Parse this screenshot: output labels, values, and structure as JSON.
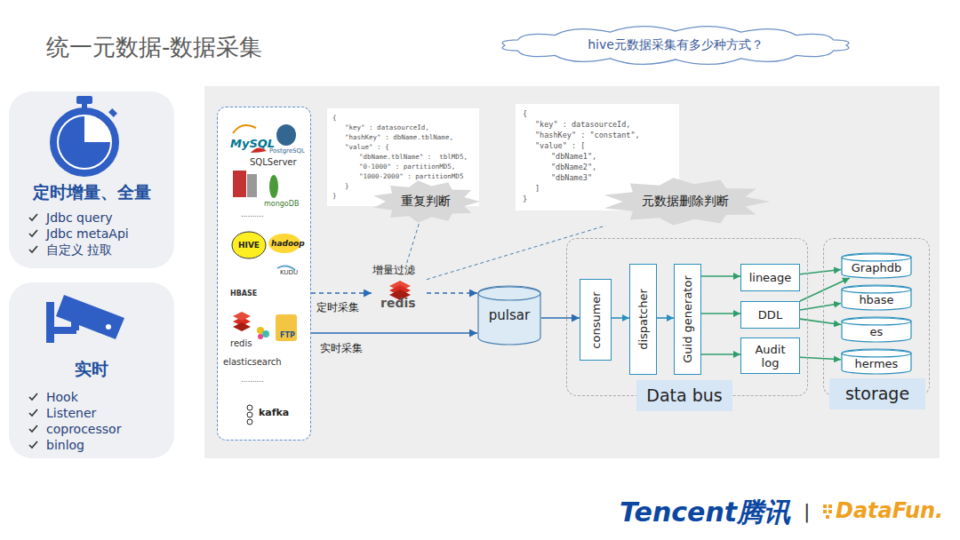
{
  "diagram": {
    "title": "统一元数据-数据采集",
    "nodes": [
      {
        "text": [
          "hive元数据采集有多少种方式？"
        ]
      },
      {
        "text": [
          "定时增量、全量",
          "Jdbc query",
          "Jdbc metaApi",
          "自定义 拉取"
        ]
      },
      {
        "text": [
          "实时",
          "Hook",
          "Listener",
          "coprocessor",
          "binlog"
        ]
      },
      {
        "text": [
          "MySQL",
          "PostgreSQL",
          "SQLServer",
          "mongoDB",
          "..........",
          "HIVE",
          "hadoop",
          "KUDU",
          "HBASE",
          "redis",
          "FTP",
          "elasticsearch",
          "..........",
          "kafka"
        ]
      },
      {
        "text": [
          "{",
          "\"key\" : datasourceId,",
          "\"hashKey\" : dbName.tblName,",
          "\"value\" : {",
          "\"dbName.tblName\" :  tblMD5,",
          "\"0-1000\" : partitionMD5,",
          "\"1000-2000\" : partitionMD5",
          "}",
          "}"
        ]
      },
      {
        "text": [
          "{",
          "\"key\" : datasourceId,",
          "\"hashKey\" : \"constant\",",
          "\"value\" : [",
          "\"dbName1\",",
          "\"dbName2\",",
          "\"dbName3\"",
          "]",
          "}"
        ]
      },
      {
        "text": [
          "重复判断"
        ]
      },
      {
        "text": [
          "元数据删除判断"
        ]
      },
      {
        "text": [
          "增量过滤",
          "redis"
        ]
      },
      {
        "text": [
          "pulsar"
        ]
      },
      {
        "text": [
          "Data bus"
        ]
      },
      {
        "text": [
          "consumer"
        ],
        "in": 10
      },
      {
        "text": [
          "dispatcher"
        ],
        "in": 10
      },
      {
        "text": [
          "Guid generator"
        ],
        "in": 10
      },
      {
        "text": [
          "lineage"
        ],
        "in": 10
      },
      {
        "text": [
          "DDL"
        ],
        "in": 10
      },
      {
        "text": [
          "Audit log"
        ],
        "in": 10
      },
      {
        "text": [
          "storage"
        ]
      },
      {
        "text": [
          "Graphdb"
        ],
        "in": 17
      },
      {
        "text": [
          "hbase"
        ],
        "in": 17
      },
      {
        "text": [
          "es"
        ],
        "in": 17
      },
      {
        "text": [
          "hermes"
        ],
        "in": 17
      }
    ],
    "edges": [
      {
        "from": 3,
        "to": 8,
        "arrow": "to",
        "label": "定时采集"
      },
      {
        "from": 3,
        "to": 9,
        "arrow": "to",
        "label": "实时采集"
      },
      {
        "from": 8,
        "to": 9,
        "arrow": "to"
      },
      {
        "from": 9,
        "to": 11,
        "arrow": "to"
      },
      {
        "from": 11,
        "to": 12,
        "arrow": "to"
      },
      {
        "from": 12,
        "to": 13,
        "arrow": "to"
      },
      {
        "from": 13,
        "to": 14,
        "arrow": "to"
      },
      {
        "from": 13,
        "to": 15,
        "arrow": "to"
      },
      {
        "from": 13,
        "to": 16,
        "arrow": "to"
      },
      {
        "from": 14,
        "to": 18,
        "arrow": "to"
      },
      {
        "from": 15,
        "to": 18,
        "arrow": "to"
      },
      {
        "from": 15,
        "to": 19,
        "arrow": "to"
      },
      {
        "from": 15,
        "to": 20,
        "arrow": "to"
      },
      {
        "from": 16,
        "to": 21,
        "arrow": "to"
      },
      {
        "from": 8,
        "to": 6,
        "arrow": "none"
      },
      {
        "from": 8,
        "to": 7,
        "arrow": "none"
      }
    ],
    "labels": [
      "Tencent腾讯",
      "|",
      "DataFun."
    ]
  }
}
